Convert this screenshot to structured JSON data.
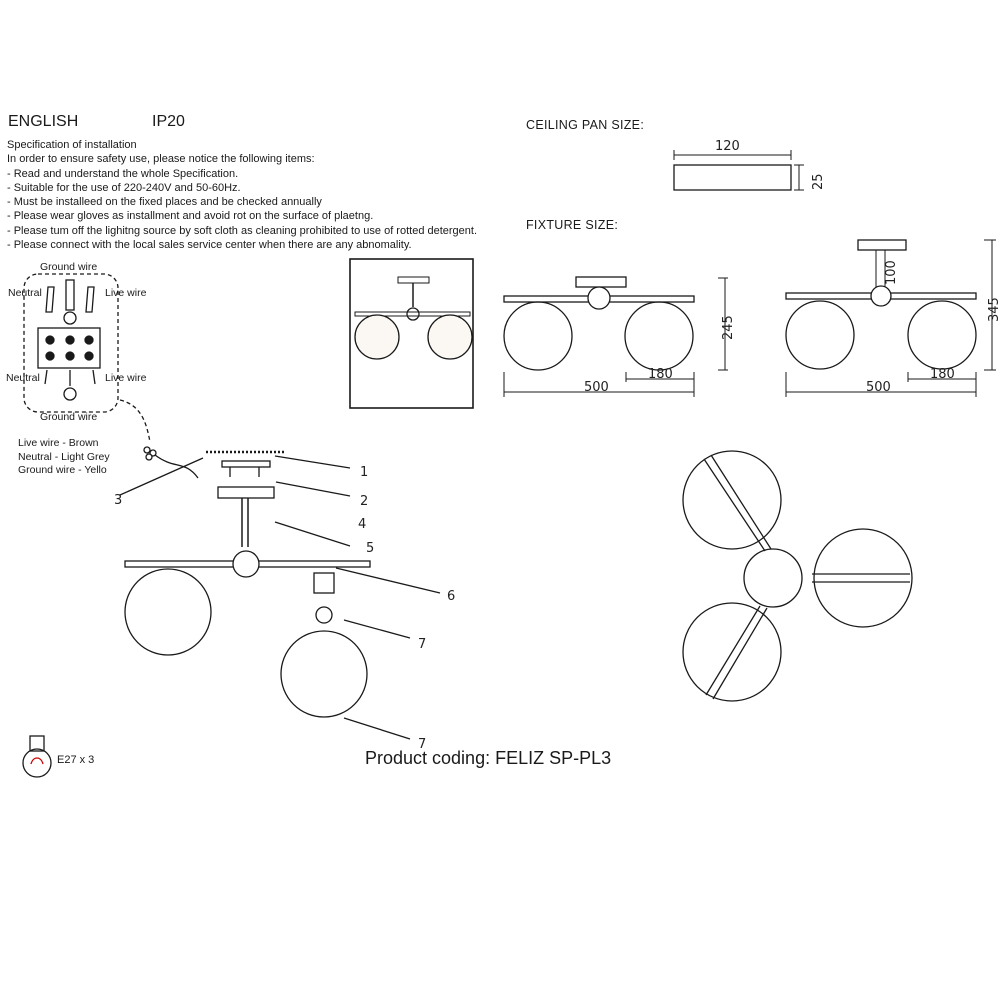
{
  "header": {
    "language": "ENGLISH",
    "ip_rating": "IP20"
  },
  "instructions": {
    "title": "Specification of installation",
    "lines": [
      "In order to ensure safety use, please notice the following items:",
      "- Read and understand the whole Specification.",
      "- Suitable for the use of 220-240V and 50-60Hz.",
      "- Must be installeed on the fixed places and be checked annually",
      "- Please wear gloves as installment and avoid rot on the surface of plaetng.",
      "- Please tum off the lighitng source by soft cloth as cleaning prohibited to use of rotted detergent.",
      "- Please connect with the local sales service center when there are any abnomality."
    ]
  },
  "ceiling_pan": {
    "title": "CEILING PAN  SIZE:",
    "width": "120",
    "height": "25"
  },
  "fixture": {
    "title": "FIXTURE SIZE:",
    "view1": {
      "width": "500",
      "globe": "180",
      "height": "245"
    },
    "view2": {
      "width": "500",
      "globe": "180",
      "height": "345",
      "rod": "100"
    }
  },
  "wiring": {
    "top_label": "Ground wire",
    "bottom_label": "Ground wire",
    "left_top": "Neutral",
    "right_top": "Live wire",
    "left_bottom": "Neutral",
    "right_bottom": "Live wire",
    "legend": [
      "Live wire - Brown",
      "Neutral - Light Grey",
      "Ground wire - Yello"
    ]
  },
  "parts": [
    "1",
    "2",
    "3",
    "4",
    "5",
    "6",
    "7",
    "7"
  ],
  "bulb": {
    "spec": "E27 x 3"
  },
  "product_coding": "Product coding: FELIZ SP-PL3"
}
